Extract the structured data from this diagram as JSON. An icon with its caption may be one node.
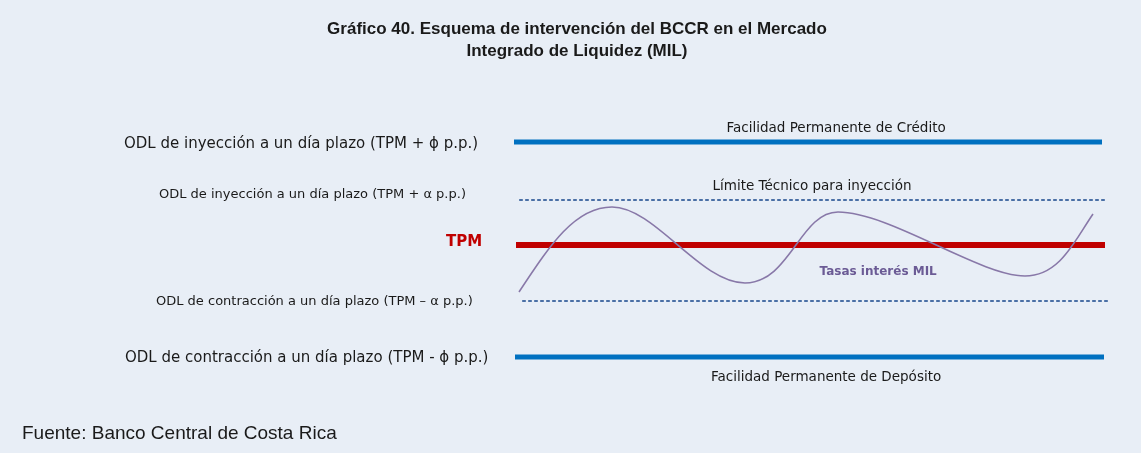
{
  "diagram": {
    "title": "Gráfico 40. Esquema de intervención del BCCR en el Mercado Integrado de Liquidez (MIL)",
    "caption": "Fuente: Banco Central de Costa Rica",
    "labels": [
      "ODL de inyección a un día plazo (TPM + ϕ p.p.)",
      "Facilidad Permanente de Crédito",
      "ODL de inyección a un día plazo (TPM + α p.p.)",
      "Límite Técnico para inyección",
      "TPM",
      "Tasas interés MIL",
      "ODL de contracción a un día plazo (TPM – α p.p.)",
      "ODL de contracción a un día plazo (TPM - ϕ p.p.)",
      "Facilidad Permanente de Depósito"
    ]
  }
}
